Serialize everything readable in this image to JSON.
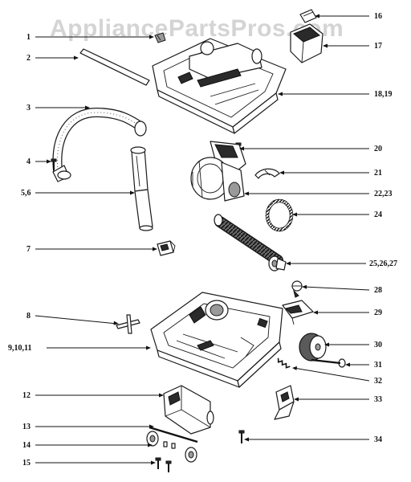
{
  "watermark": "AppliancePartsPros.com",
  "callouts": [
    {
      "id": "c1",
      "label": "1"
    },
    {
      "id": "c2",
      "label": "2"
    },
    {
      "id": "c3",
      "label": "3"
    },
    {
      "id": "c4",
      "label": "4"
    },
    {
      "id": "c5",
      "label": "5,6"
    },
    {
      "id": "c7",
      "label": "7"
    },
    {
      "id": "c8",
      "label": "8"
    },
    {
      "id": "c9",
      "label": "9,10,11"
    },
    {
      "id": "c12",
      "label": "12"
    },
    {
      "id": "c13",
      "label": "13"
    },
    {
      "id": "c14",
      "label": "14"
    },
    {
      "id": "c15",
      "label": "15"
    },
    {
      "id": "c16",
      "label": "16"
    },
    {
      "id": "c17",
      "label": "17"
    },
    {
      "id": "c18",
      "label": "18,19"
    },
    {
      "id": "c20",
      "label": "20"
    },
    {
      "id": "c21",
      "label": "21"
    },
    {
      "id": "c22",
      "label": "22,23"
    },
    {
      "id": "c24",
      "label": "24"
    },
    {
      "id": "c25",
      "label": "25,26,27"
    },
    {
      "id": "c28",
      "label": "28"
    },
    {
      "id": "c29",
      "label": "29"
    },
    {
      "id": "c30",
      "label": "30"
    },
    {
      "id": "c31",
      "label": "31"
    },
    {
      "id": "c32",
      "label": "32"
    },
    {
      "id": "c33",
      "label": "33"
    },
    {
      "id": "c34",
      "label": "34"
    }
  ]
}
